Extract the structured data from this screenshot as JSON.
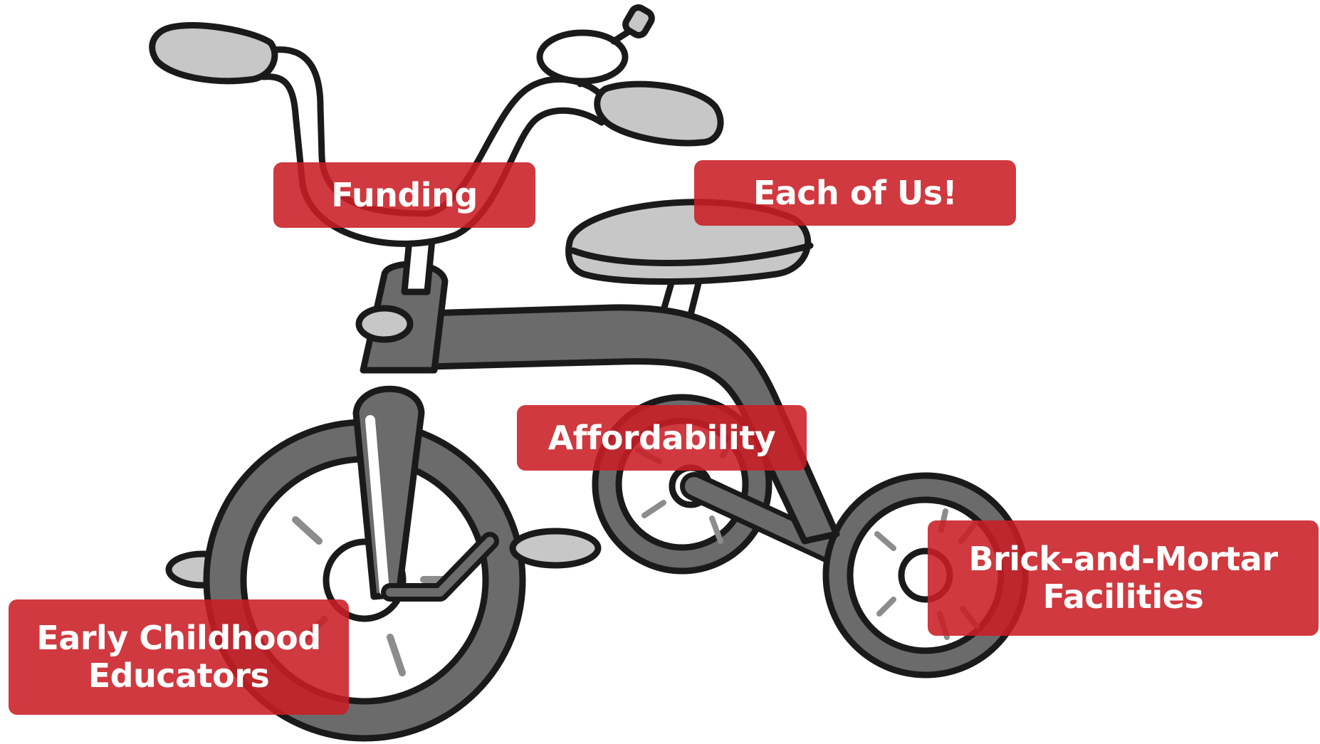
{
  "colors": {
    "label_fill": "#c81e24",
    "label_opacity": 0.88,
    "frame_dark": "#6b6b6b",
    "part_light": "#c7c7c7",
    "outline": "#1a1a1a",
    "spoke": "#8c8c8c"
  },
  "labels": {
    "funding": "Funding",
    "each_of_us": "Each of Us!",
    "affordability": "Affordability",
    "brick_and_mortar": "Brick-and-Mortar\nFacilities",
    "early_childhood": "Early Childhood\nEducators"
  }
}
